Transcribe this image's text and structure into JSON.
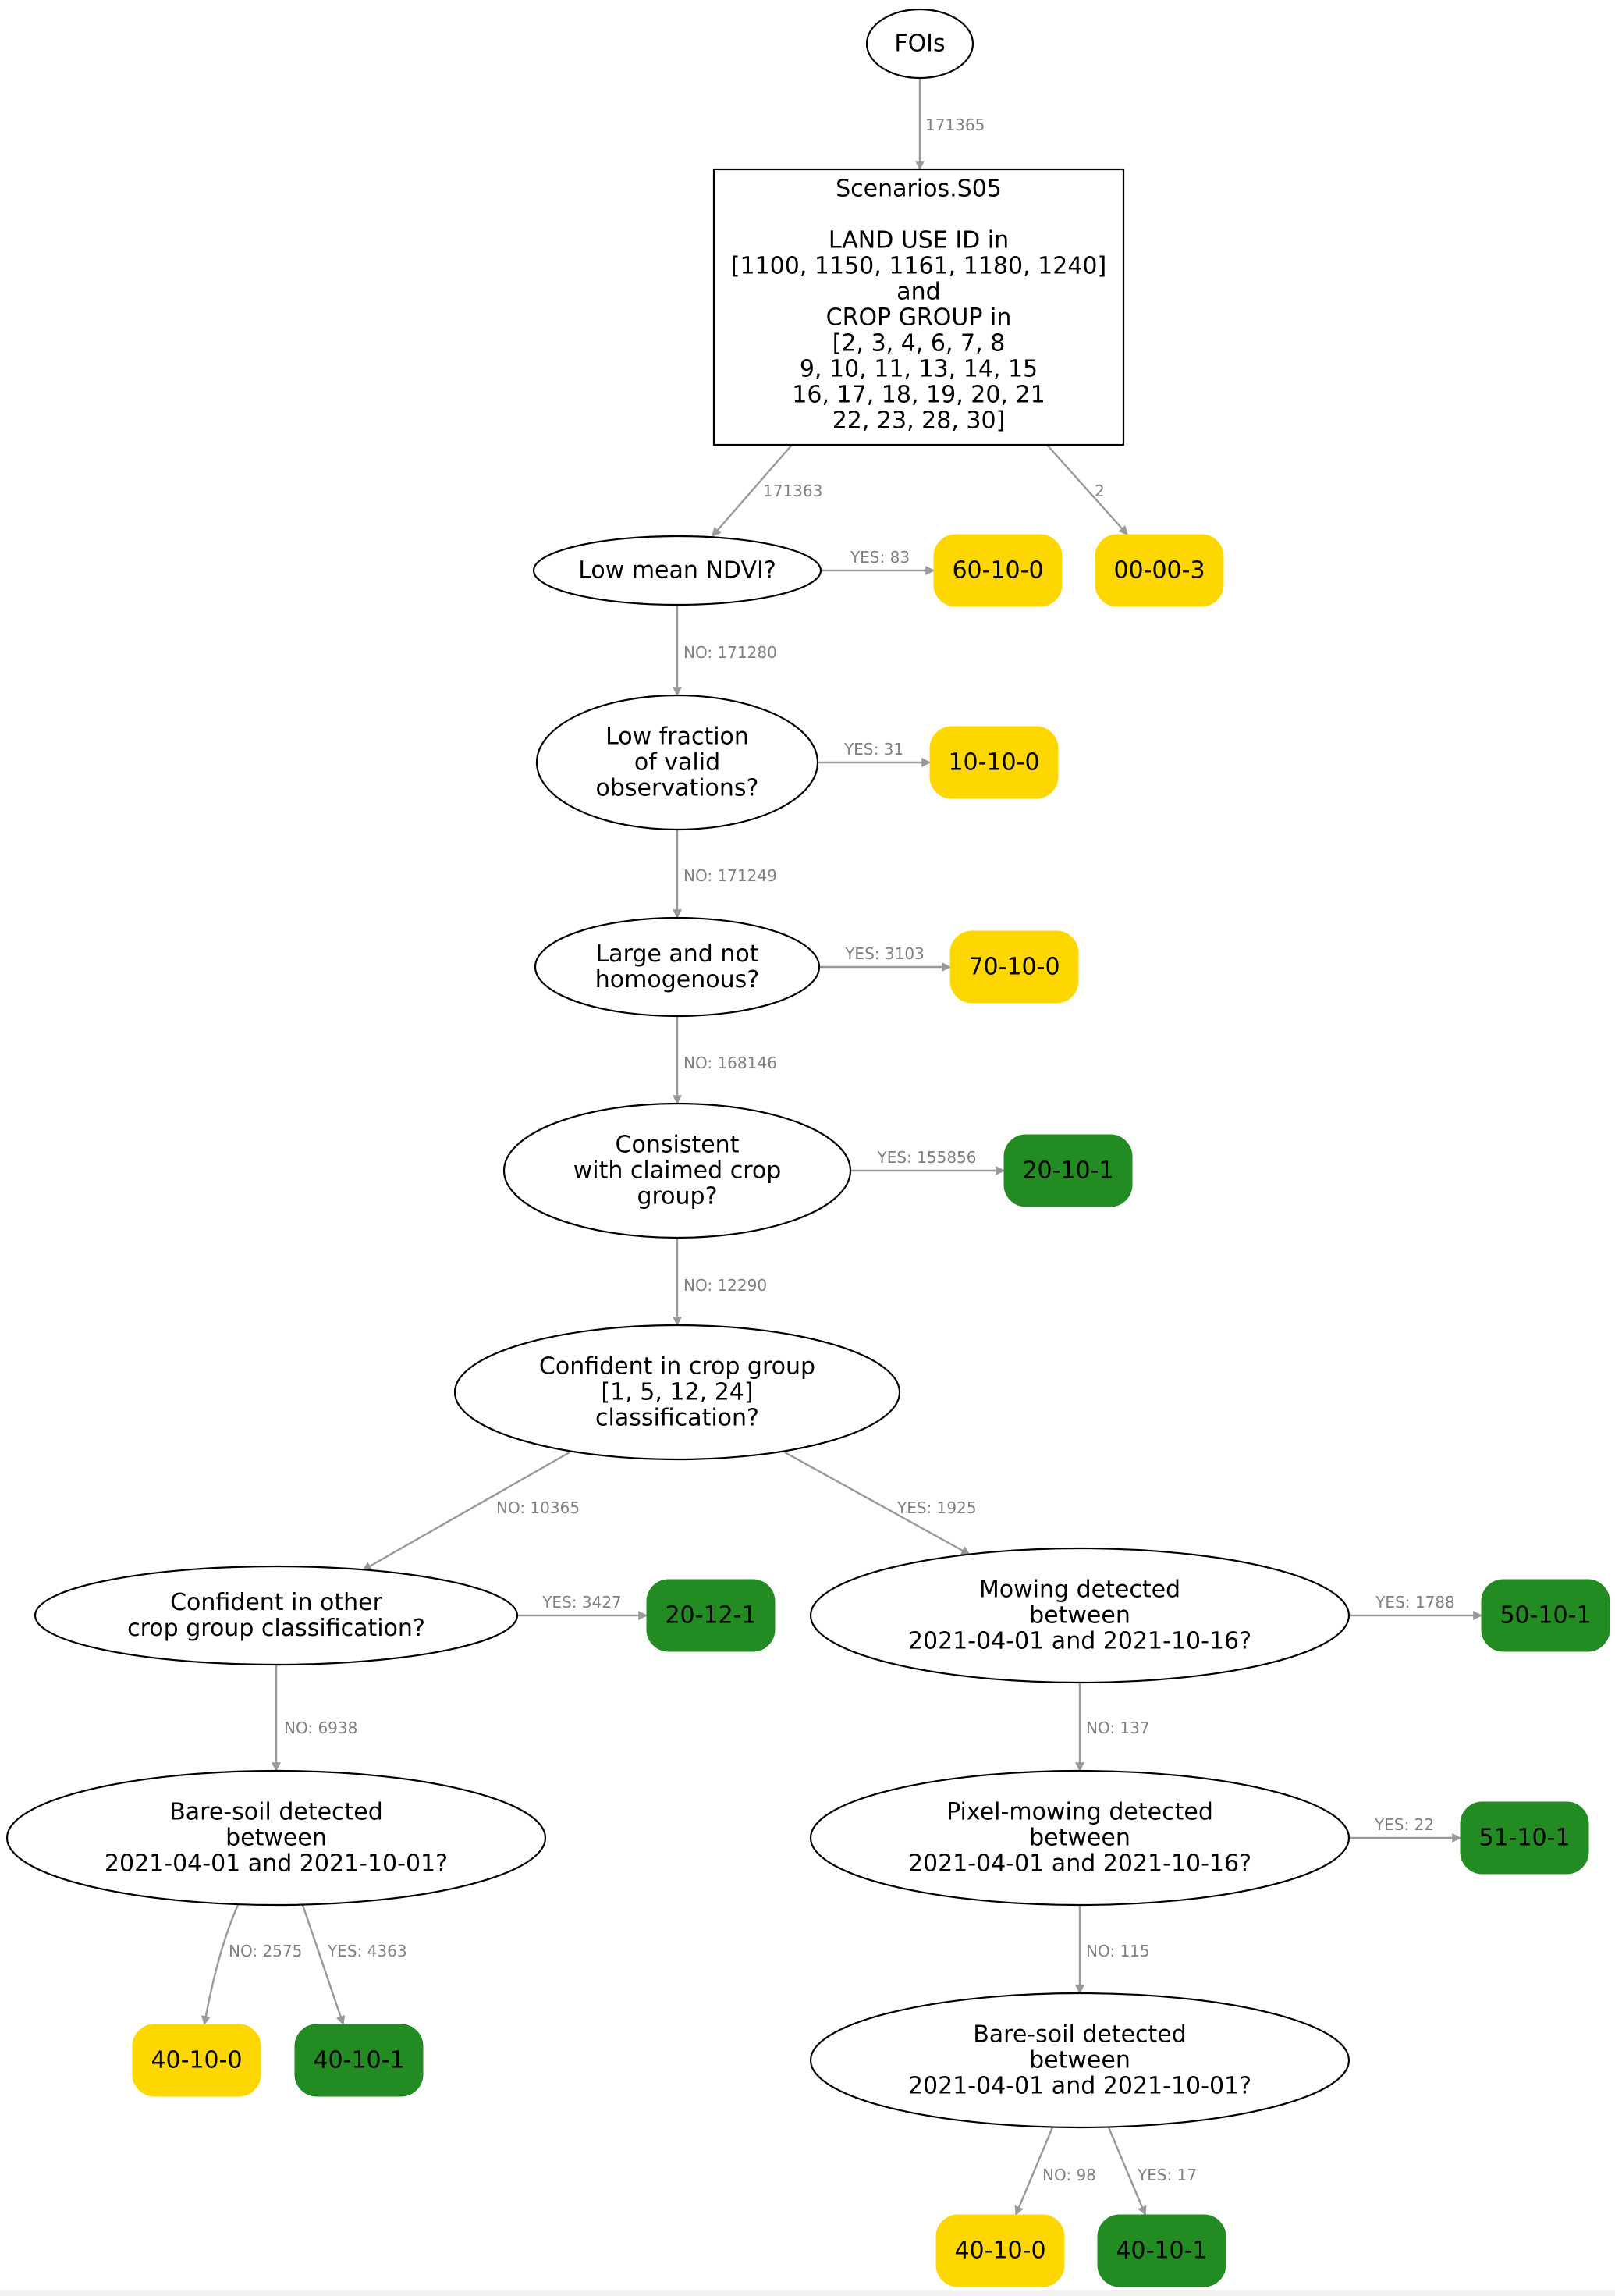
{
  "colors": {
    "yellow": "#FFD700",
    "green": "#228B22",
    "edge": "#999999",
    "edge_label": "#808080",
    "outline": "#000000"
  },
  "nodes": {
    "fois": {
      "label": "FOIs"
    },
    "scenario": {
      "label": [
        "Scenarios.S05",
        "",
        "LAND USE ID in",
        "[1100, 1150, 1161, 1180, 1240]",
        "and",
        "CROP GROUP in",
        "[2, 3, 4, 6, 7, 8",
        "9, 10, 11, 13, 14, 15",
        "16, 17, 18, 19, 20, 21",
        "22, 23, 28, 30]"
      ]
    },
    "low_ndvi": {
      "label": [
        "Low mean NDVI?"
      ]
    },
    "low_fraction": {
      "label": [
        "Low fraction",
        "of valid",
        "observations?"
      ]
    },
    "large_not_homog": {
      "label": [
        "Large and not",
        "homogenous?"
      ]
    },
    "consistent": {
      "label": [
        "Consistent",
        "with claimed crop",
        "group?"
      ]
    },
    "confident_cg": {
      "label": [
        "Confident in crop group",
        "[1, 5, 12, 24]",
        "classification?"
      ]
    },
    "confident_other": {
      "label": [
        "Confident in other",
        "crop group classification?"
      ]
    },
    "mowing": {
      "label": [
        "Mowing detected",
        "between",
        "2021-04-01 and 2021-10-16?"
      ]
    },
    "bare_soil_left": {
      "label": [
        "Bare-soil detected",
        "between",
        "2021-04-01 and 2021-10-01?"
      ]
    },
    "pixel_mowing": {
      "label": [
        "Pixel-mowing detected",
        "between",
        "2021-04-01 and 2021-10-16?"
      ]
    },
    "bare_soil_right": {
      "label": [
        "Bare-soil detected",
        "between",
        "2021-04-01 and 2021-10-01?"
      ]
    },
    "out_60_10_0": {
      "label": "60-10-0",
      "color": "yellow"
    },
    "out_00_00_3": {
      "label": "00-00-3",
      "color": "yellow"
    },
    "out_10_10_0": {
      "label": "10-10-0",
      "color": "yellow"
    },
    "out_70_10_0": {
      "label": "70-10-0",
      "color": "yellow"
    },
    "out_20_10_1": {
      "label": "20-10-1",
      "color": "green"
    },
    "out_20_12_1": {
      "label": "20-12-1",
      "color": "green"
    },
    "out_50_10_1": {
      "label": "50-10-1",
      "color": "green"
    },
    "out_51_10_1": {
      "label": "51-10-1",
      "color": "green"
    },
    "out_40_10_0_left": {
      "label": "40-10-0",
      "color": "yellow"
    },
    "out_40_10_1_left": {
      "label": "40-10-1",
      "color": "green"
    },
    "out_40_10_0_right": {
      "label": "40-10-0",
      "color": "yellow"
    },
    "out_40_10_1_right": {
      "label": "40-10-1",
      "color": "green"
    }
  },
  "edges": [
    {
      "from": "fois",
      "to": "scenario",
      "label": "171365"
    },
    {
      "from": "scenario",
      "to": "low_ndvi",
      "label": "171363"
    },
    {
      "from": "scenario",
      "to": "out_00_00_3",
      "label": "2"
    },
    {
      "from": "low_ndvi",
      "to": "out_60_10_0",
      "label": "YES: 83"
    },
    {
      "from": "low_ndvi",
      "to": "low_fraction",
      "label": "NO: 171280"
    },
    {
      "from": "low_fraction",
      "to": "out_10_10_0",
      "label": "YES: 31"
    },
    {
      "from": "low_fraction",
      "to": "large_not_homog",
      "label": "NO: 171249"
    },
    {
      "from": "large_not_homog",
      "to": "out_70_10_0",
      "label": "YES: 3103"
    },
    {
      "from": "large_not_homog",
      "to": "consistent",
      "label": "NO: 168146"
    },
    {
      "from": "consistent",
      "to": "out_20_10_1",
      "label": "YES: 155856"
    },
    {
      "from": "consistent",
      "to": "confident_cg",
      "label": "NO: 12290"
    },
    {
      "from": "confident_cg",
      "to": "confident_other",
      "label": "NO: 10365"
    },
    {
      "from": "confident_cg",
      "to": "mowing",
      "label": "YES: 1925"
    },
    {
      "from": "confident_other",
      "to": "out_20_12_1",
      "label": "YES: 3427"
    },
    {
      "from": "confident_other",
      "to": "bare_soil_left",
      "label": "NO: 6938"
    },
    {
      "from": "mowing",
      "to": "out_50_10_1",
      "label": "YES: 1788"
    },
    {
      "from": "mowing",
      "to": "pixel_mowing",
      "label": "NO: 137"
    },
    {
      "from": "bare_soil_left",
      "to": "out_40_10_0_left",
      "label": "NO: 2575"
    },
    {
      "from": "bare_soil_left",
      "to": "out_40_10_1_left",
      "label": "YES: 4363"
    },
    {
      "from": "pixel_mowing",
      "to": "out_51_10_1",
      "label": "YES: 22"
    },
    {
      "from": "pixel_mowing",
      "to": "bare_soil_right",
      "label": "NO: 115"
    },
    {
      "from": "bare_soil_right",
      "to": "out_40_10_0_right",
      "label": "NO: 98"
    },
    {
      "from": "bare_soil_right",
      "to": "out_40_10_1_right",
      "label": "YES: 17"
    }
  ]
}
